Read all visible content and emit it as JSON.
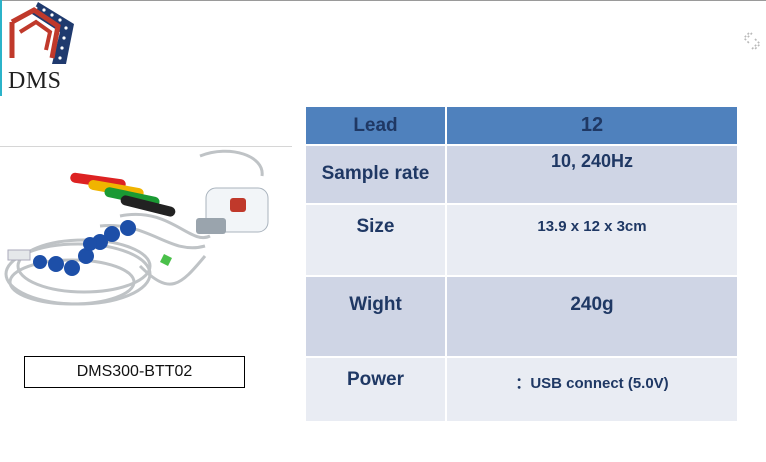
{
  "brand": {
    "name": "DMS"
  },
  "product": {
    "model": "DMS300-BTT02"
  },
  "specs": {
    "header": {
      "label": "Lead",
      "value": "12"
    },
    "rows": [
      {
        "label": "Sample rate",
        "value": "10, 240Hz"
      },
      {
        "label": "Size",
        "value": "13.9 x 12 x 3cm"
      },
      {
        "label": "Wight",
        "value": "240g"
      },
      {
        "label": "Power",
        "value": "：USB connect  (5.0V)"
      }
    ]
  },
  "colors": {
    "header_bg": "#4f81bd",
    "row_dark": "#cfd5e5",
    "row_light": "#e9ecf3",
    "text": "#1f3864",
    "logo_red": "#c0392b",
    "logo_navy": "#1f3a6e"
  }
}
